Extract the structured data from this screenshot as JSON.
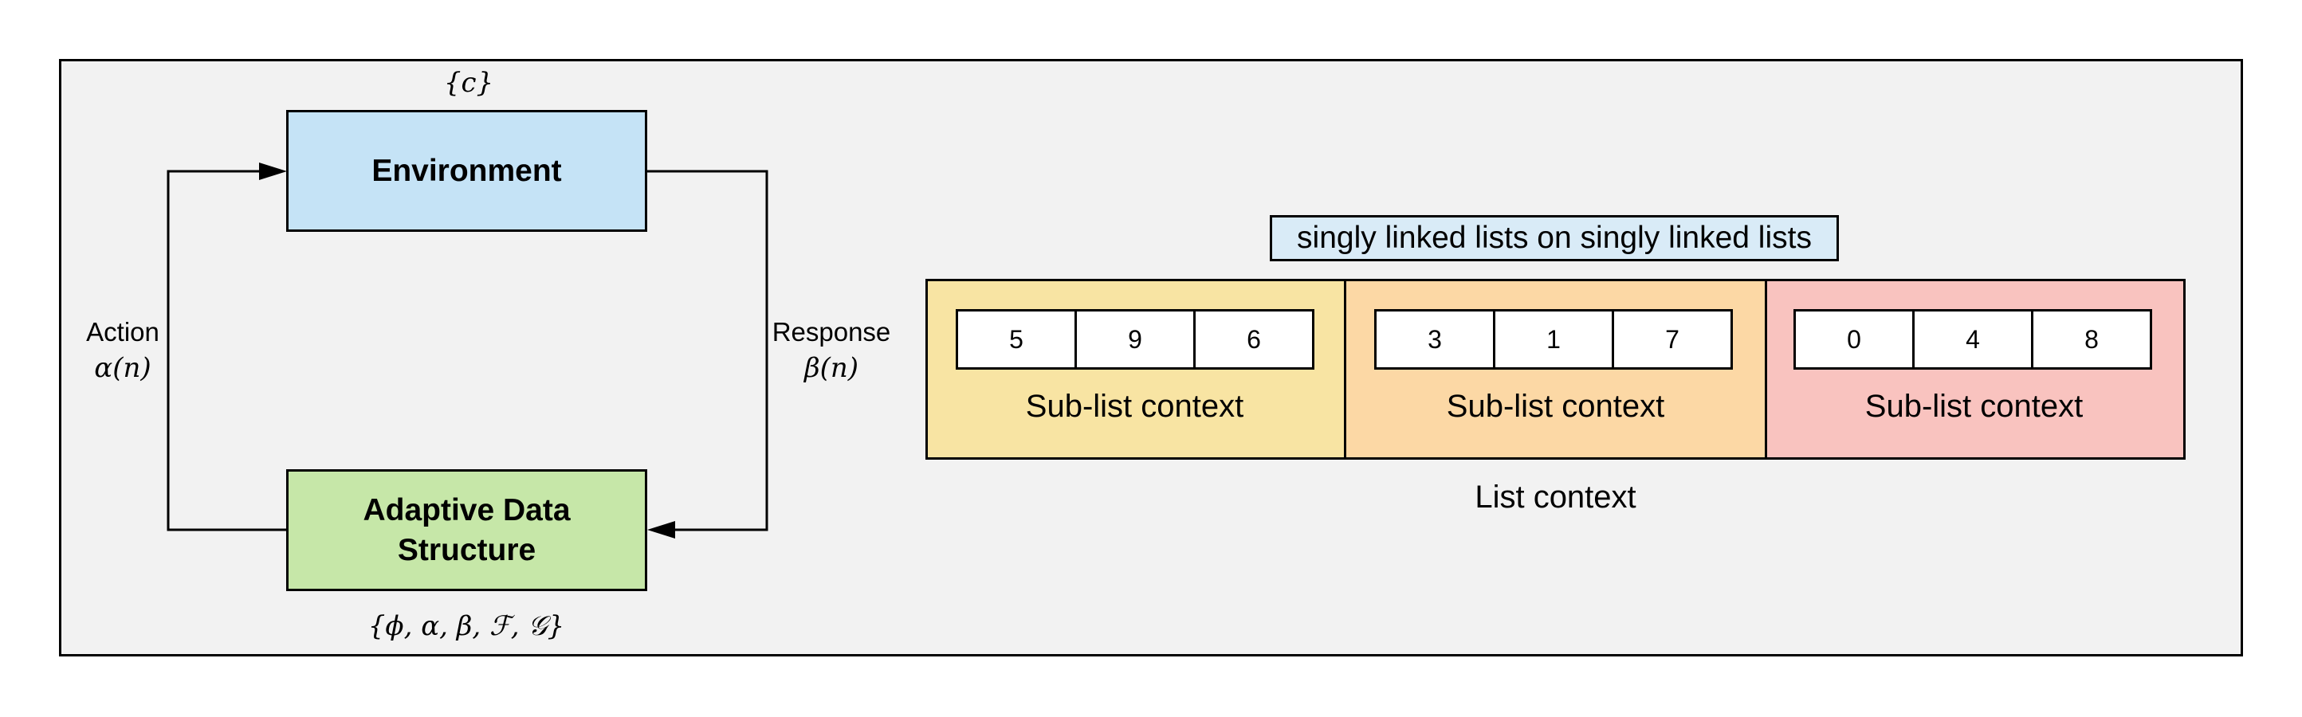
{
  "colors": {
    "frame_bg": "#f2f2f2",
    "environment": "#c5e3f6",
    "adaptive": "#c6e7a8",
    "title_box": "#d9ebf7",
    "sublist_yellow": "#f8e4a3",
    "sublist_orange": "#fcd8a5",
    "sublist_red": "#f9c3bf"
  },
  "loop": {
    "env_set": "{c}",
    "environment_label": "Environment",
    "adaptive_label_line1": "Adaptive Data",
    "adaptive_label_line2": "Structure",
    "adaptive_set": "{ϕ, α, β, ℱ, 𝒢}",
    "action_label": "Action",
    "action_symbol": "α(n)",
    "response_label": "Response",
    "response_symbol": "β(n)"
  },
  "list": {
    "title": "singly linked lists on singly linked lists",
    "list_context_label": "List context",
    "sublists": [
      {
        "values": [
          "5",
          "9",
          "6"
        ],
        "label": "Sub-list context"
      },
      {
        "values": [
          "3",
          "1",
          "7"
        ],
        "label": "Sub-list context"
      },
      {
        "values": [
          "0",
          "4",
          "8"
        ],
        "label": "Sub-list context"
      }
    ]
  }
}
